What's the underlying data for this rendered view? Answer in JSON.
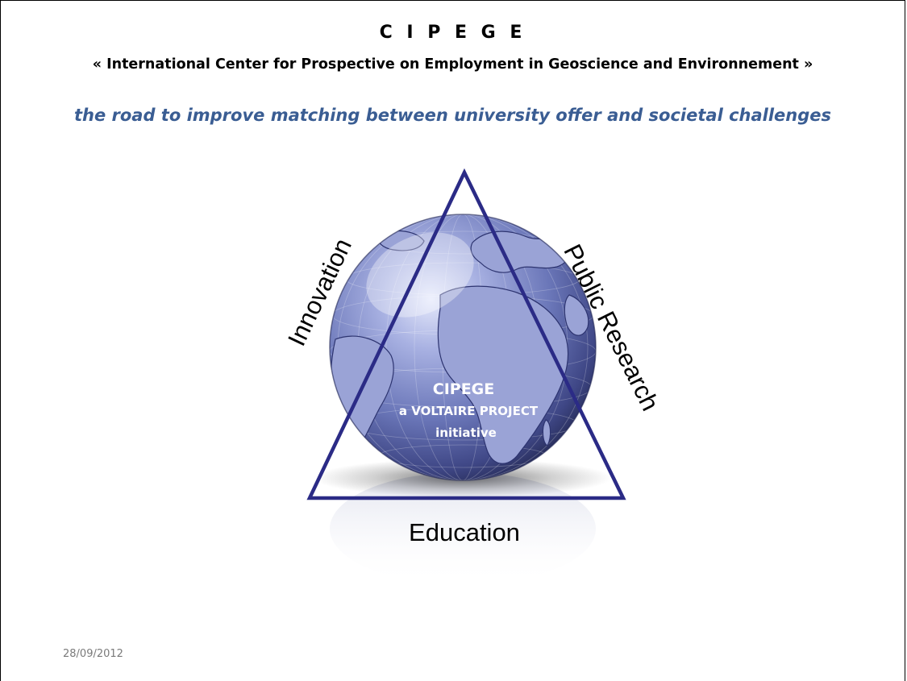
{
  "header": {
    "title": "C I P E G E",
    "subtitle": "« International Center for Prospective on Employment in Geoscience and Environnement »",
    "tagline": "the road to improve matching between university offer and societal challenges"
  },
  "diagram": {
    "center_title": "CIPEGE",
    "center_line2": "a VOLTAIRE PROJECT",
    "center_line3": "initiative",
    "side_left": "Innovation",
    "side_right": "Public Research",
    "side_bottom": "Education",
    "colors": {
      "triangle": "#2b2b86",
      "globe": "#6a76b8",
      "tagline": "#3a5d93"
    }
  },
  "footer": {
    "date": "28/09/2012"
  }
}
